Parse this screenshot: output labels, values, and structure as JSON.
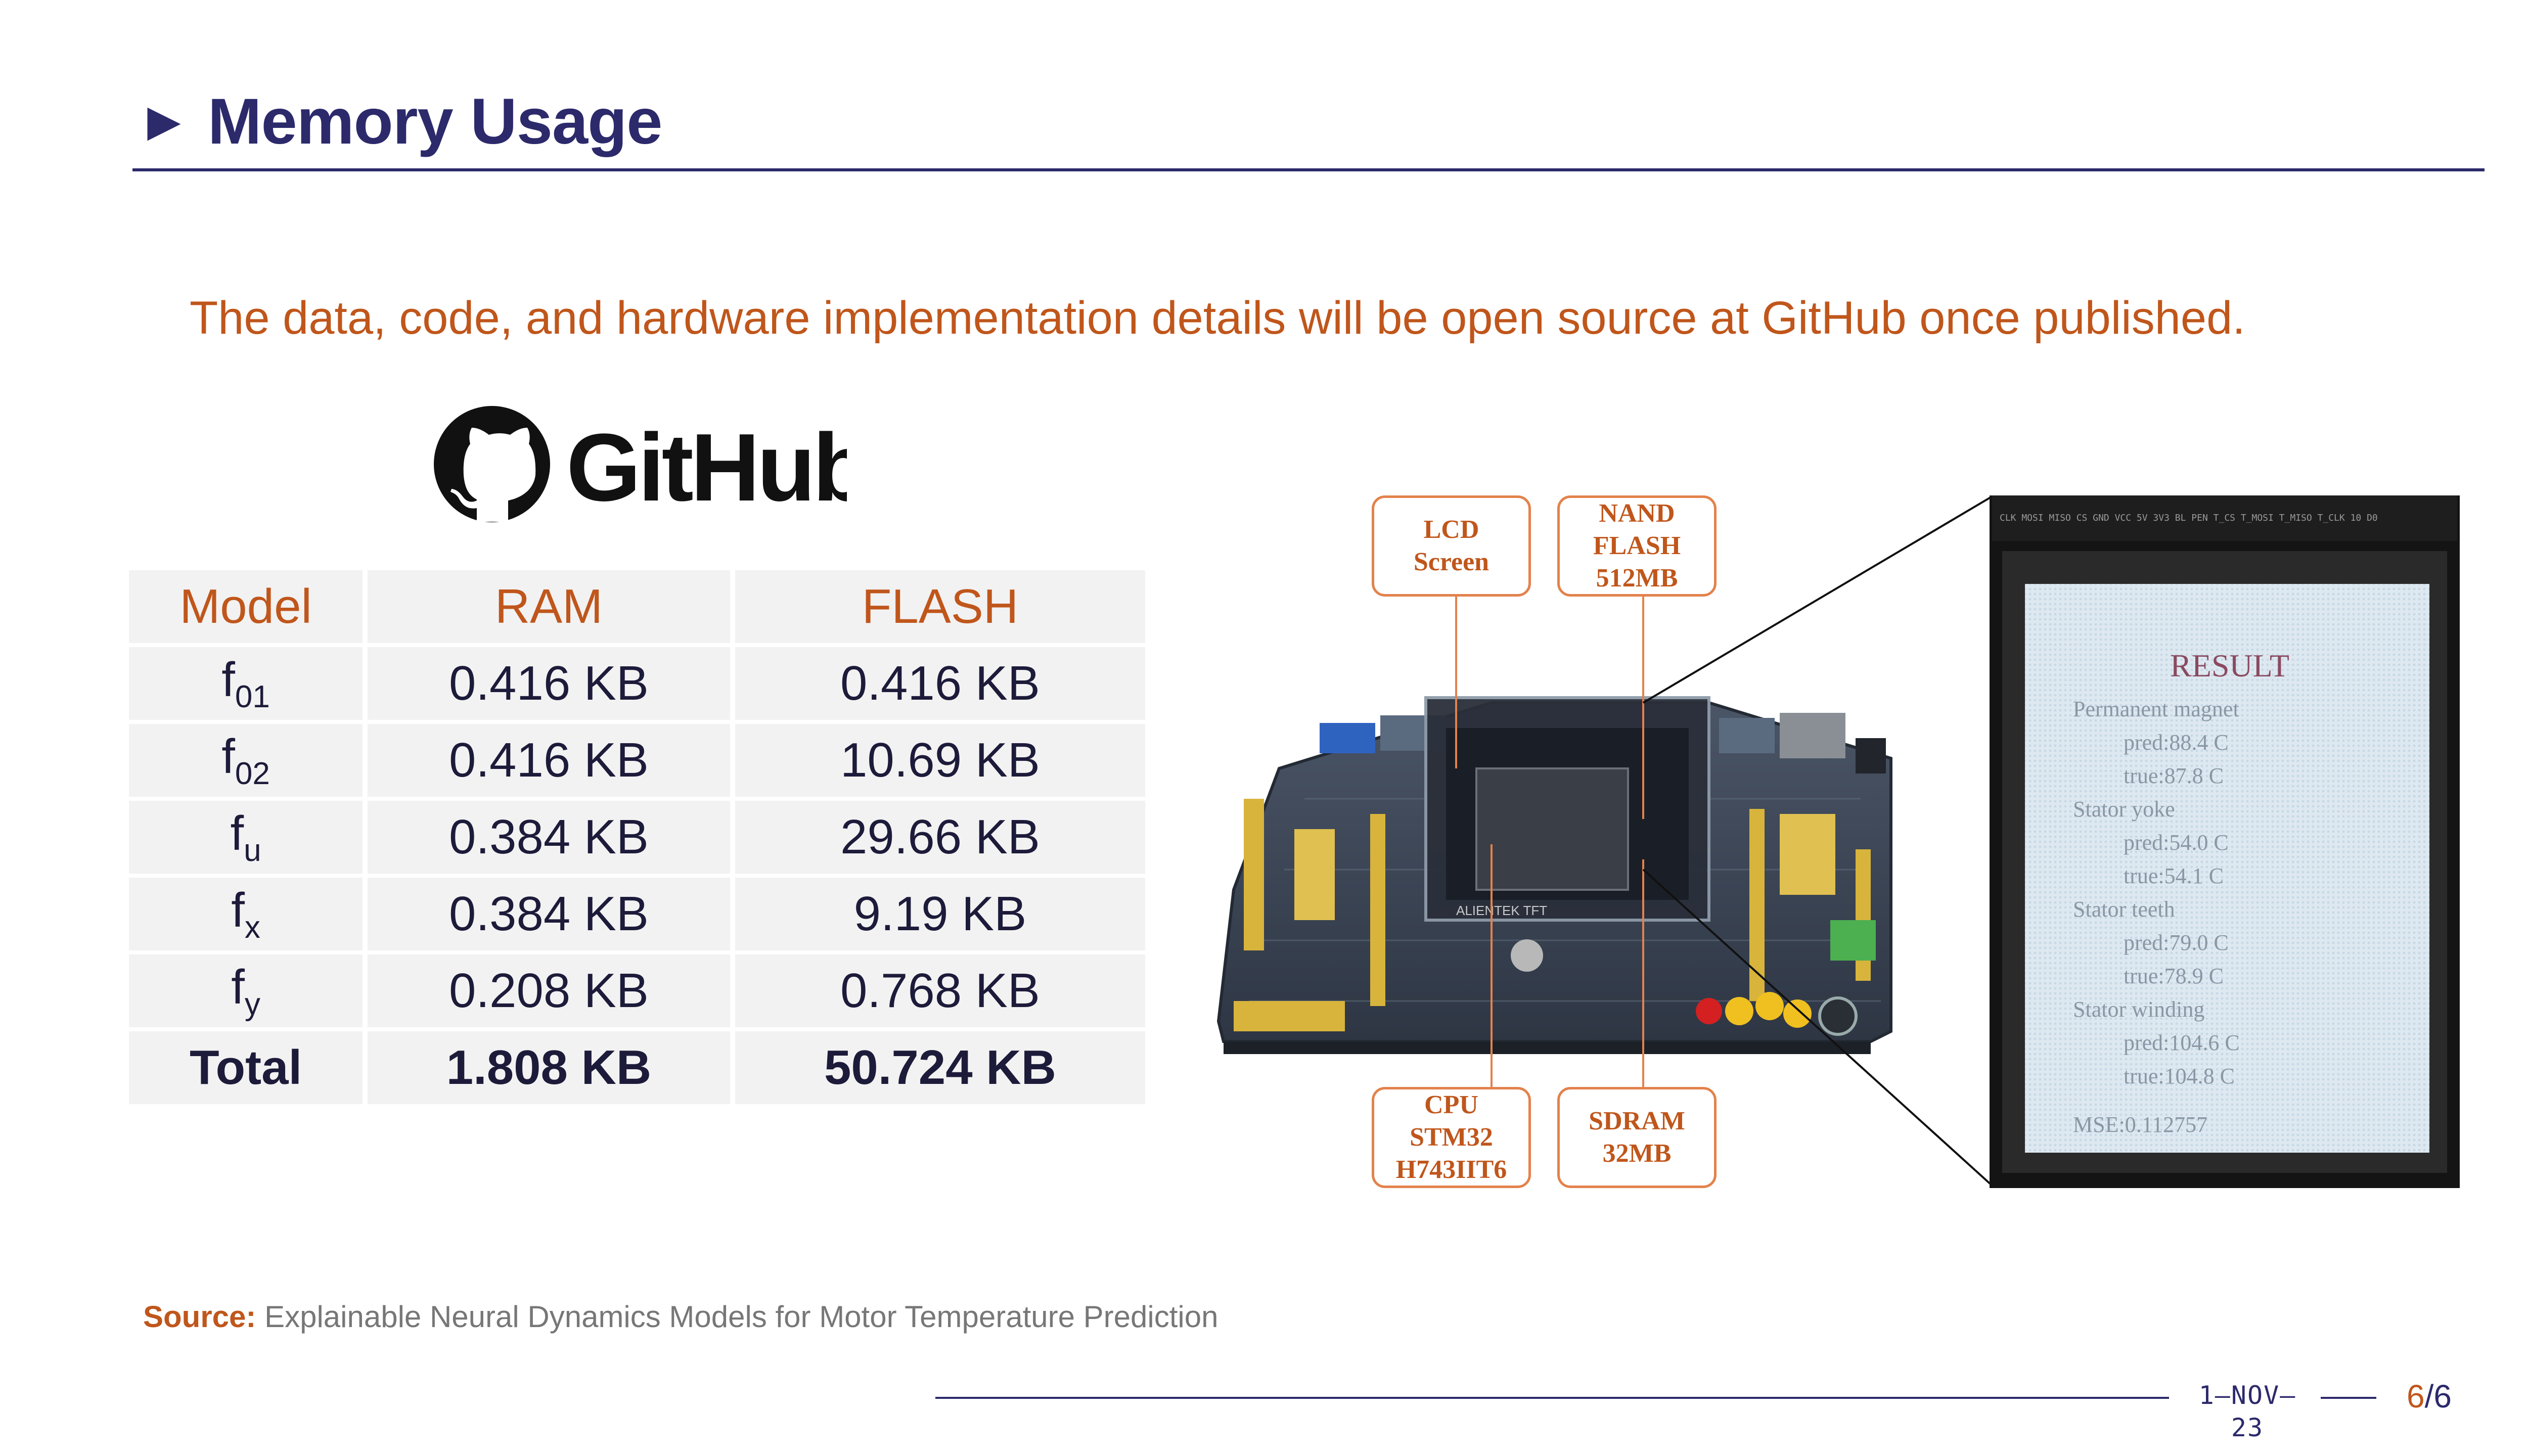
{
  "slide": {
    "title_arrow": "►",
    "title": "Memory Usage",
    "note": "The data, code, and hardware implementation details will be open source at GitHub once published.",
    "github_logo_text": "GitHub"
  },
  "table": {
    "headers": [
      "Model",
      "RAM",
      "FLASH"
    ],
    "rows": [
      {
        "model_base": "f",
        "model_sub": "01",
        "ram": "0.416 KB",
        "flash": "0.416 KB"
      },
      {
        "model_base": "f",
        "model_sub": "02",
        "ram": "0.416 KB",
        "flash": "10.69 KB"
      },
      {
        "model_base": "f",
        "model_sub": "u",
        "ram": "0.384 KB",
        "flash": "29.66 KB"
      },
      {
        "model_base": "f",
        "model_sub": "x",
        "ram": "0.384 KB",
        "flash": "9.19 KB"
      },
      {
        "model_base": "f",
        "model_sub": "y",
        "ram": "0.208 KB",
        "flash": "0.768 KB"
      }
    ],
    "total": {
      "model": "Total",
      "ram": "1.808 KB",
      "flash": "50.724 KB"
    }
  },
  "board": {
    "callouts": {
      "lcd": [
        "LCD",
        "Screen"
      ],
      "nand": [
        "NAND",
        "FLASH",
        "512MB"
      ],
      "cpu": [
        "CPU",
        "STM32",
        "H743IIT6"
      ],
      "sdram": [
        "SDRAM",
        "32MB"
      ]
    },
    "chip_label": "ALIENTEK TFT"
  },
  "screen": {
    "header_text": "CLK MOSI MISO CS GND VCC 5V 3V3 BL PEN T_CS T_MOSI T_MISO T_CLK 10 D0",
    "result_title": "RESULT",
    "lines": [
      {
        "text": "Permanent magnet",
        "indent": 0
      },
      {
        "text": "pred:88.4 C",
        "indent": 1
      },
      {
        "text": "true:87.8 C",
        "indent": 1
      },
      {
        "text": "Stator yoke",
        "indent": 0
      },
      {
        "text": "pred:54.0 C",
        "indent": 1
      },
      {
        "text": "true:54.1 C",
        "indent": 1
      },
      {
        "text": "Stator teeth",
        "indent": 0
      },
      {
        "text": "pred:79.0 C",
        "indent": 1
      },
      {
        "text": "true:78.9 C",
        "indent": 1
      },
      {
        "text": "Stator winding",
        "indent": 0
      },
      {
        "text": "pred:104.6 C",
        "indent": 1
      },
      {
        "text": "true:104.8 C",
        "indent": 1
      }
    ],
    "mse": "MSE:0.112757"
  },
  "source": {
    "label": "Source:",
    "text": "Explainable Neural Dynamics Models for Motor Temperature Prediction"
  },
  "footer": {
    "date_line1": "1–NOV–",
    "date_line2": "23",
    "page_current": "6",
    "page_sep": "/",
    "page_total": "6"
  },
  "colors": {
    "navy": "#2c2a6b",
    "accent_orange": "#c0561b",
    "callout_border": "#e3824c",
    "table_cell": "#f2f2f2"
  }
}
